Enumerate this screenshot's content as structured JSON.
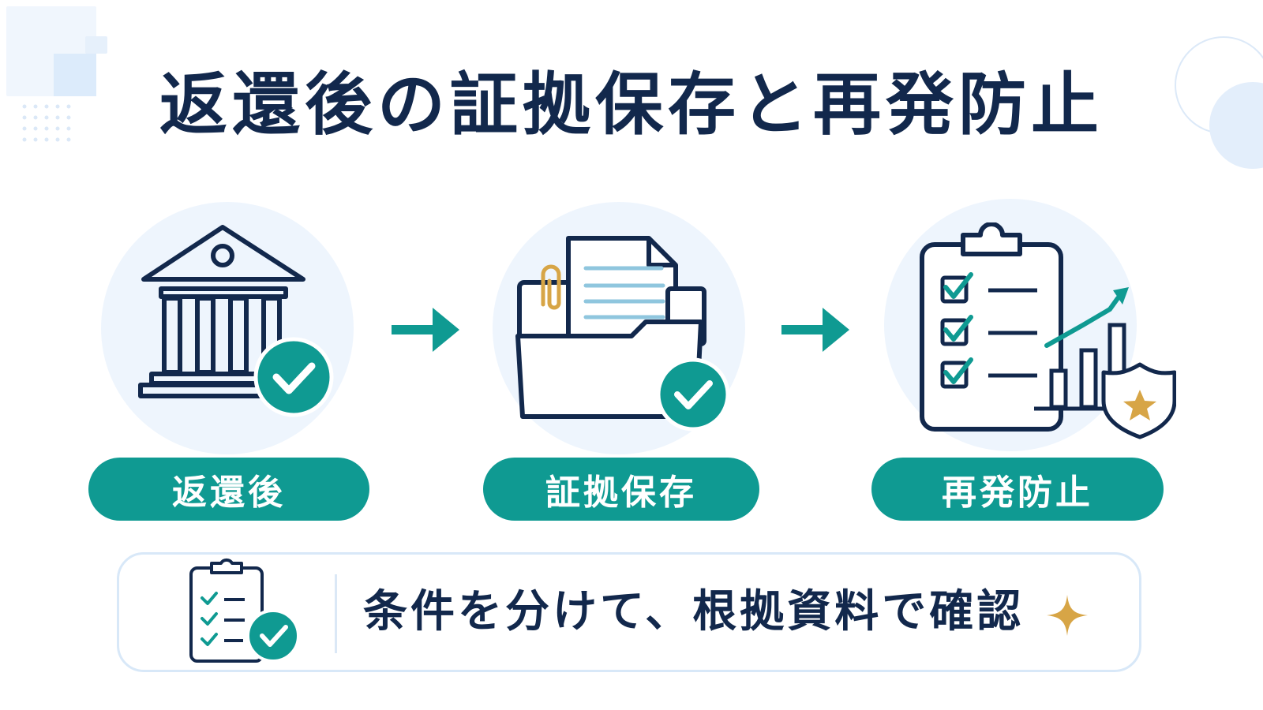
{
  "title": "返還後の証拠保存と再発防止",
  "steps": [
    {
      "label": "返還後",
      "icon": "bank-building-check-icon"
    },
    {
      "label": "証拠保存",
      "icon": "document-folder-check-icon"
    },
    {
      "label": "再発防止",
      "icon": "clipboard-chart-shield-icon"
    }
  ],
  "note": {
    "text": "条件を分けて、根拠資料で確認",
    "icon": "clipboard-check-icon",
    "accent_icon": "sparkle-icon"
  },
  "colors": {
    "navy": "#12284c",
    "teal": "#0f9a92",
    "circle_bg": "#eef5fd",
    "gold": "#d7a546",
    "border": "#d8e8f8"
  }
}
